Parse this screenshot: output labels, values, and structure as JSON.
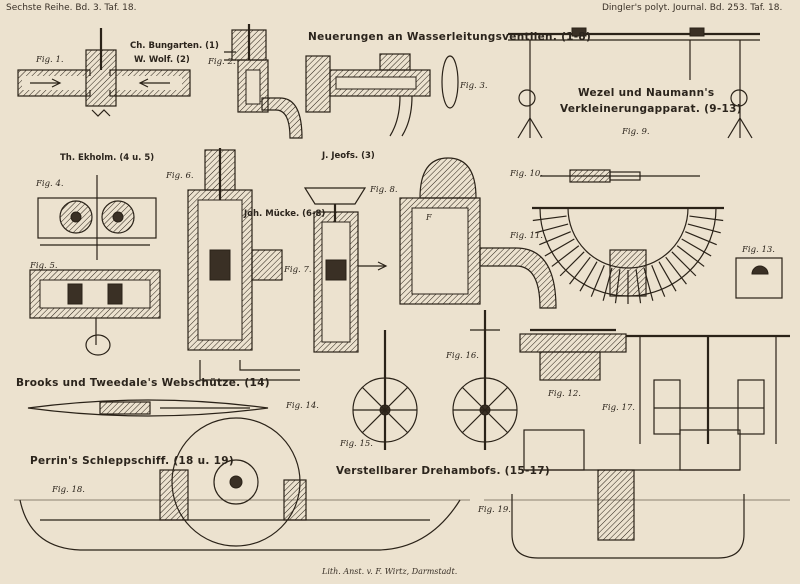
{
  "header": {
    "left": "Sechste Reihe. Bd. 3. Taf. 18.",
    "right": "Dingler's polyt. Journal. Bd. 253. Taf. 18."
  },
  "titles": {
    "bungarten": "Ch. Bungarten. (1)",
    "wolf": "W. Wolf. (2)",
    "ventile": "Neuerungen an Wasserleitungsventilen. (1-8)",
    "wezel1": "Wezel und Naumann's",
    "wezel2": "Verkleinerungapparat. (9-13)",
    "ekholm": "Th. Ekholm. (4 u. 5)",
    "jeofs": "J. Jeofs. (3)",
    "muecke": "Joh. Mücke. (6-8)",
    "brooks": "Brooks und Tweedale's Webschütze. (14)",
    "perrin": "Perrin's Schleppschiff. (18 u. 19)",
    "drehambos": "Verstellbarer Drehambofs. (15-17)"
  },
  "figures": {
    "f1": "Fig. 1.",
    "f2": "Fig. 2.",
    "f3": "Fig. 3.",
    "f4": "Fig. 4.",
    "f5": "Fig. 5.",
    "f6": "Fig. 6.",
    "f7": "Fig. 7.",
    "f8": "Fig. 8.",
    "f9": "Fig. 9.",
    "f10": "Fig. 10.",
    "f11": "Fig. 11.",
    "f12": "Fig. 12.",
    "f13": "Fig. 13.",
    "f14": "Fig. 14.",
    "f15": "Fig. 15.",
    "f16": "Fig. 16.",
    "f17": "Fig. 17.",
    "f18": "Fig. 18.",
    "f19": "Fig. 19."
  },
  "footer": "Lith. Anst. v. F. Wirtz, Darmstadt.",
  "colors": {
    "paper": "#ece2cf",
    "ink": "#2a2218"
  }
}
